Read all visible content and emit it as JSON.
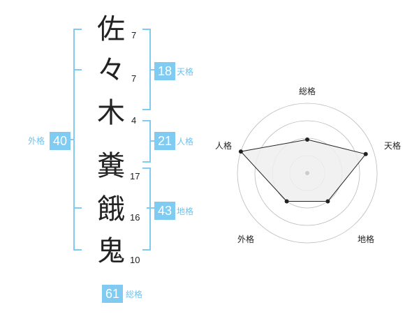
{
  "name_chars": [
    {
      "char": "佐",
      "strokes": "7"
    },
    {
      "char": "々",
      "strokes": "7"
    },
    {
      "char": "木",
      "strokes": "4"
    },
    {
      "char": "糞",
      "strokes": "17"
    },
    {
      "char": "餓",
      "strokes": "16"
    },
    {
      "char": "鬼",
      "strokes": "10"
    }
  ],
  "kakaku": {
    "tenkaku": {
      "label": "天格",
      "value": "18"
    },
    "jinkaku": {
      "label": "人格",
      "value": "21"
    },
    "chikaku": {
      "label": "地格",
      "value": "43"
    },
    "gaikaku": {
      "label": "外格",
      "value": "40"
    },
    "soukaku": {
      "label": "総格",
      "value": "61"
    }
  },
  "colors": {
    "accent": "#7fcbf2",
    "accent_text": "#6fc3ee",
    "text": "#222222",
    "radar_fill": "#efefef",
    "radar_grid": "#bbbbbb"
  },
  "chart_data": {
    "type": "radar",
    "axes": [
      "総格",
      "天格",
      "地格",
      "外格",
      "人格"
    ],
    "series": [
      {
        "values": [
          0.48,
          0.88,
          0.5,
          0.5,
          1.0
        ]
      }
    ],
    "rings": 4
  }
}
